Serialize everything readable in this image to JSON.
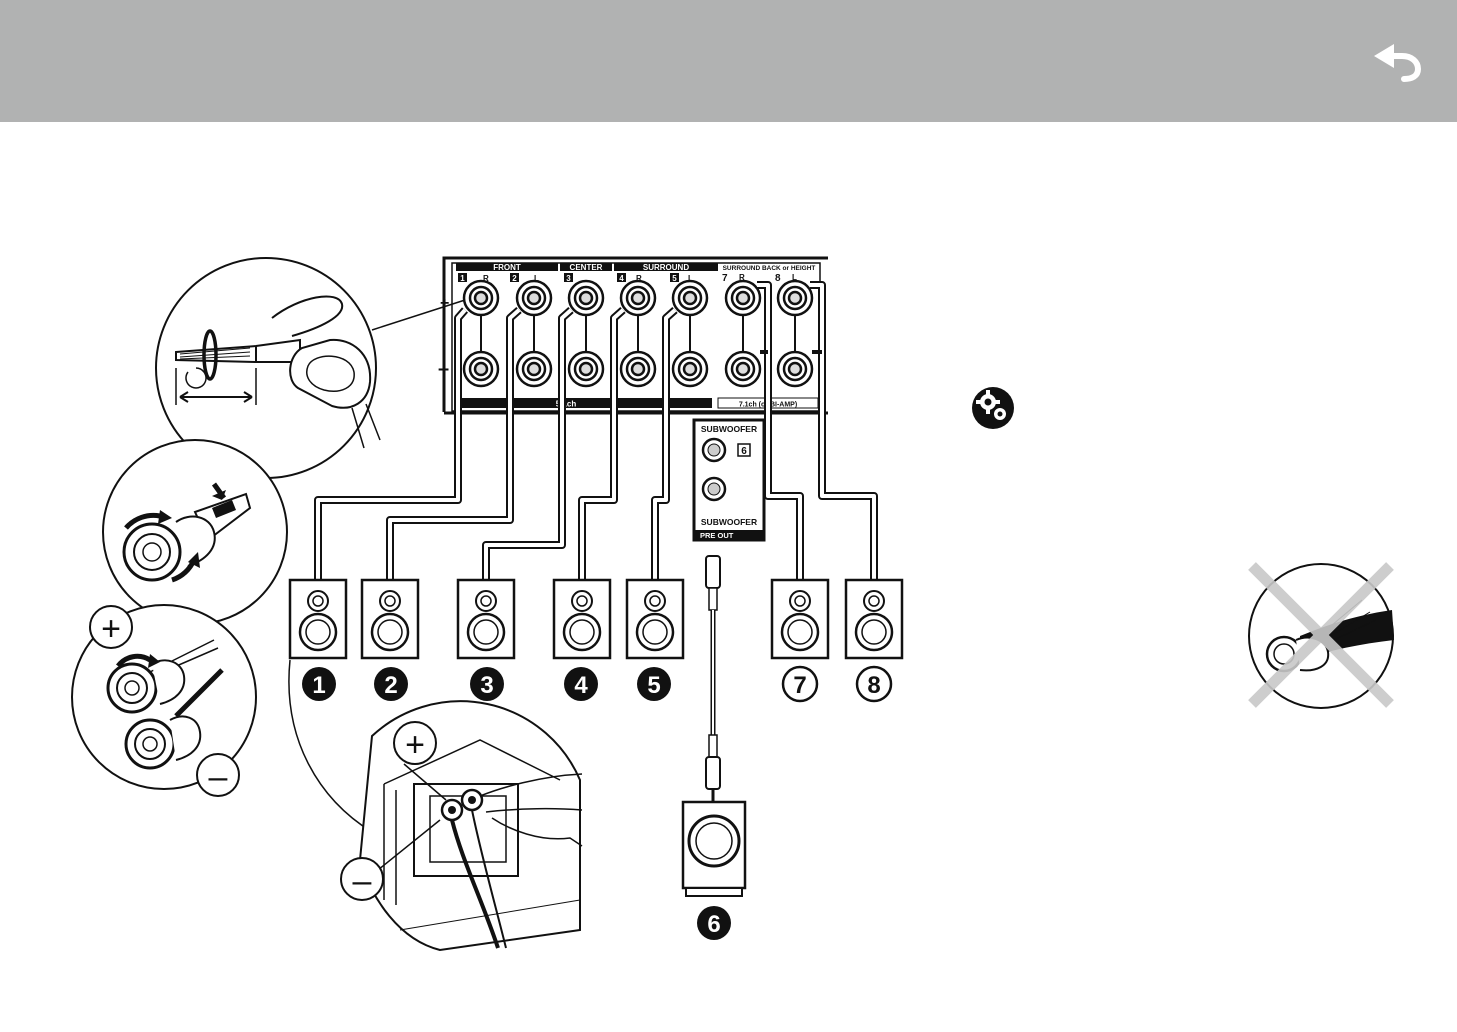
{
  "header": {
    "back_icon": "return-arrow-icon"
  },
  "panel": {
    "front": "FRONT",
    "center": "CENTER",
    "surround": "SURROUND",
    "surround_back": "SURROUND BACK or HEIGHT",
    "plus": "+",
    "minus": "–",
    "sub_top": "SUBWOOFER",
    "sub_bottom": "SUBWOOFER",
    "pre_out": "PRE OUT",
    "label_5ch": "5.1ch",
    "label_71": "7.1ch (or BI-AMP)"
  },
  "terminals": [
    {
      "num": "1",
      "side": "R"
    },
    {
      "num": "2",
      "side": "L"
    },
    {
      "num": "3",
      "side": ""
    },
    {
      "num": "4",
      "side": "R"
    },
    {
      "num": "5",
      "side": "L"
    },
    {
      "num": "7",
      "side": "R"
    },
    {
      "num": "8",
      "side": "L"
    }
  ],
  "speakers": [
    {
      "num": "1",
      "style": "filled"
    },
    {
      "num": "2",
      "style": "filled"
    },
    {
      "num": "3",
      "style": "filled"
    },
    {
      "num": "4",
      "style": "filled"
    },
    {
      "num": "5",
      "style": "filled"
    },
    {
      "num": "7",
      "style": "outline"
    },
    {
      "num": "8",
      "style": "outline"
    }
  ],
  "subwoofer": {
    "num": "6",
    "badge": "6"
  },
  "detail": {
    "plus": "+",
    "minus": "–"
  },
  "icons": {
    "settings": "gear-settings-icon",
    "wrong": "cross-out-icon"
  }
}
